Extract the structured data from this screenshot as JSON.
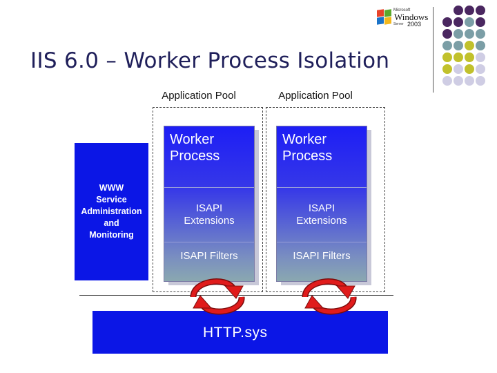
{
  "title": "IIS 6.0 – Worker Process Isolation",
  "logo": {
    "icon": "windows-flag-icon",
    "small_text": "Microsoft",
    "brand": "Windows",
    "sub_text": "Server",
    "year": "2003"
  },
  "pools": [
    {
      "label": "Application Pool",
      "worker_title": "Worker\nProcess",
      "extensions": "ISAPI\nExtensions",
      "filters": "ISAPI Filters"
    },
    {
      "label": "Application Pool",
      "worker_title": "Worker\nProcess",
      "extensions": "ISAPI\nExtensions",
      "filters": "ISAPI Filters"
    }
  ],
  "admin_box": "WWW\nService\nAdministration\nand\nMonitoring",
  "kernel_box": "HTTP.sys",
  "colors": {
    "blue": "#0b16e6",
    "arrow_red": "#e01b1b",
    "dot_purple": "#4a2760",
    "dot_teal": "#7b9ea6",
    "dot_olive": "#c1c12c",
    "dot_lavender": "#cfcde4"
  },
  "arrows": [
    "cycle-arrow-icon",
    "cycle-arrow-icon"
  ]
}
